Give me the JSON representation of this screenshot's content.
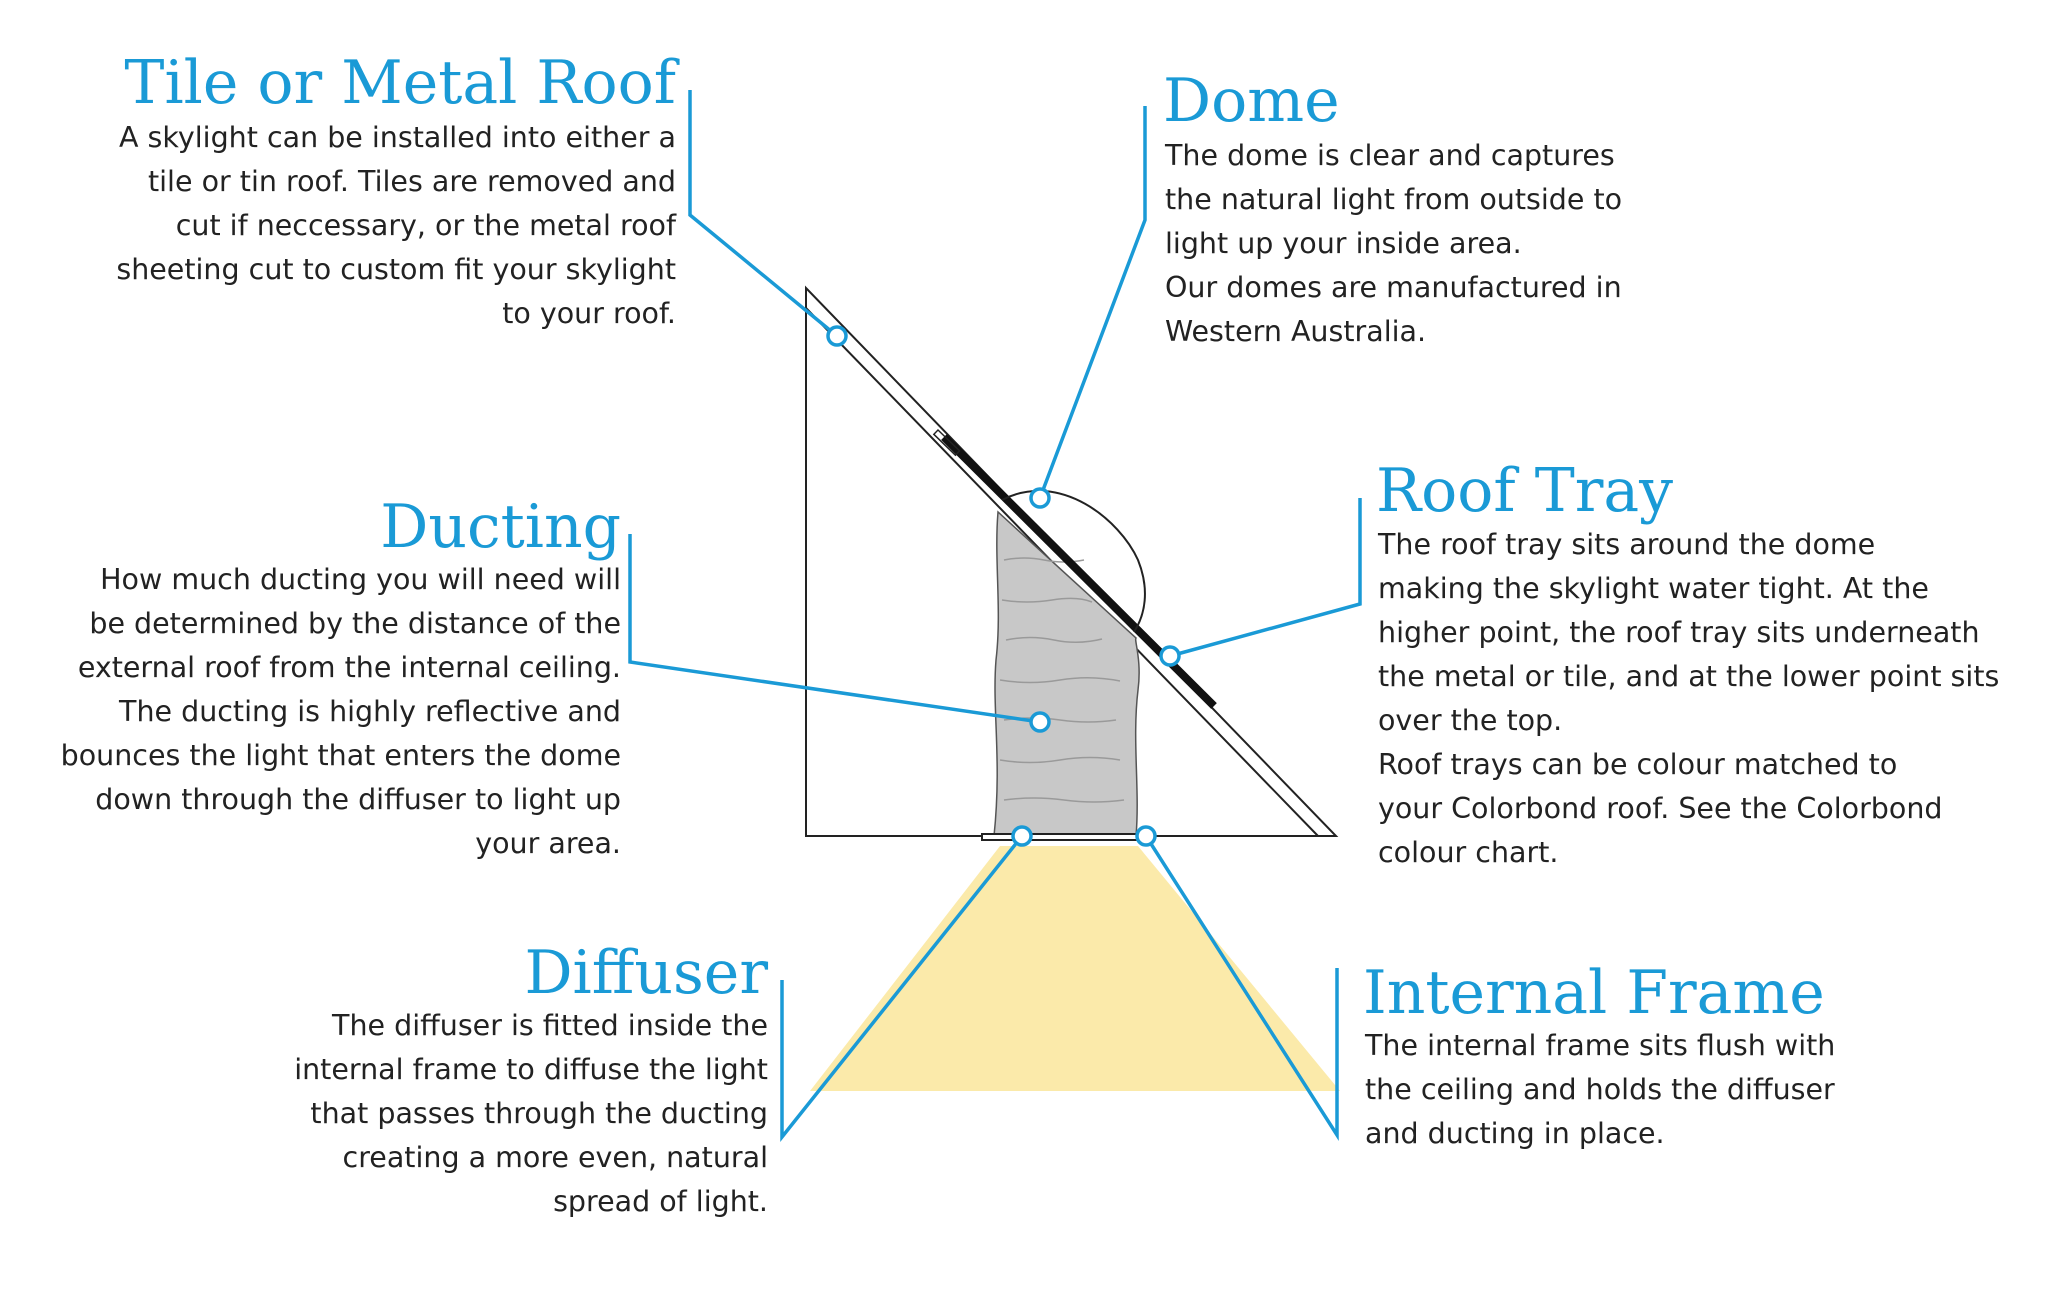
{
  "colors": {
    "accent": "#1a9ad6",
    "text": "#222222",
    "light_beam": "#fbeaaa",
    "ducting_fill": "#c8c8c8",
    "outline": "#222222"
  },
  "callouts": {
    "tile_roof": {
      "title": "Tile or Metal Roof",
      "lines": [
        "A skylight can be installed into either a",
        "tile or tin roof. Tiles are removed and",
        "cut if neccessary, or the metal roof",
        "sheeting cut to custom fit your skylight",
        "to your roof."
      ]
    },
    "dome": {
      "title": "Dome",
      "lines": [
        "The dome is clear and captures",
        "the natural light from outside to",
        "light up your inside area.",
        "Our domes are manufactured in",
        "Western Australia."
      ]
    },
    "ducting": {
      "title": "Ducting",
      "lines": [
        "How much ducting you will need will",
        "be determined by the distance of the",
        "external roof from the internal ceiling.",
        "The ducting is highly reflective and",
        "bounces the light that enters the dome",
        "down through the diffuser to light up",
        "your area."
      ]
    },
    "roof_tray": {
      "title": "Roof Tray",
      "lines": [
        "The roof tray sits around the dome",
        "making the skylight water tight. At the",
        "higher point, the roof tray sits underneath",
        "the metal or tile, and at the lower point sits",
        "over the top.",
        "Roof trays can be colour matched to",
        "your Colorbond roof. See the Colorbond",
        "colour chart."
      ]
    },
    "diffuser": {
      "title": "Diffuser",
      "lines": [
        "The diffuser is fitted inside the",
        "internal frame to diffuse the light",
        "that passes through the ducting",
        "creating a more even, natural",
        "spread of light."
      ]
    },
    "internal_frame": {
      "title": "Internal Frame",
      "lines": [
        "The internal frame sits flush with",
        "the ceiling and holds the diffuser",
        "and ducting in place."
      ]
    }
  }
}
